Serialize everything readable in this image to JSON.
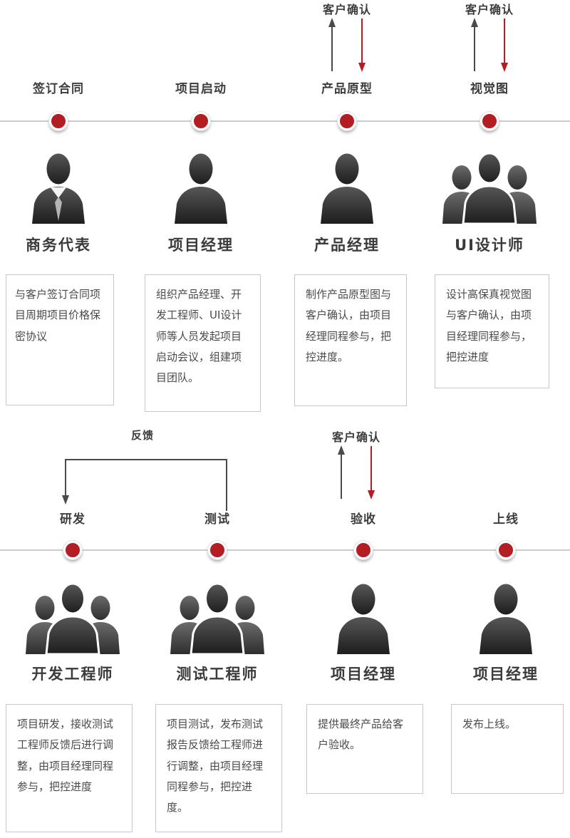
{
  "colors": {
    "red": "#b21e23",
    "gray_line": "#cccccc",
    "dark_text": "#3d3d3d",
    "silhouette": "#333333"
  },
  "top": {
    "stages": [
      {
        "title": "签订合同",
        "role": "商务代表",
        "icon": "business-person-icon",
        "desc": "与客户签订合同项目周期项目价格保密协议"
      },
      {
        "title": "项目启动",
        "role": "项目经理",
        "icon": "person-icon",
        "desc": "组织产品经理、开发工程师、UI设计师等人员发起项目启动会议，组建项目团队。"
      },
      {
        "title": "产品原型",
        "role": "产品经理",
        "icon": "person-icon",
        "confirm": "客户确认",
        "desc": "制作产品原型图与客户确认，由项目经理同程参与，把控进度。"
      },
      {
        "title": "视觉图",
        "role": "UI设计师",
        "icon": "group-icon",
        "confirm": "客户确认",
        "desc": "设计高保真视觉图与客户确认，由项目经理同程参与，把控进度"
      }
    ]
  },
  "bottom": {
    "feedback": "反馈",
    "stages": [
      {
        "title": "研发",
        "role": "开发工程师",
        "icon": "group-icon",
        "desc": "项目研发，接收测试工程师反馈后进行调整，由项目经理同程参与，把控进度"
      },
      {
        "title": "测试",
        "role": "测试工程师",
        "icon": "group-icon",
        "desc": "项目测试，发布测试报告反馈给工程师进行调整，由项目经理同程参与，把控进度。"
      },
      {
        "title": "验收",
        "role": "项目经理",
        "icon": "person-icon",
        "confirm": "客户确认",
        "desc": "提供最终产品给客户验收。"
      },
      {
        "title": "上线",
        "role": "项目经理",
        "icon": "person-icon",
        "desc": "发布上线。"
      }
    ]
  }
}
